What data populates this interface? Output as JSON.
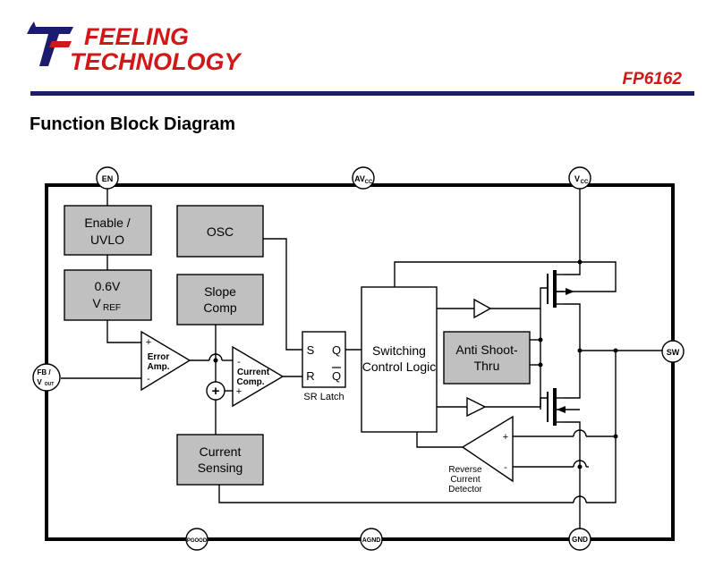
{
  "header": {
    "logo_line1": "FEELING",
    "logo_line2": "TECHNOLOGY",
    "part_number": "FP6162"
  },
  "section_title": "Function Block Diagram",
  "pins": {
    "en": "EN",
    "avcc_main": "AV",
    "avcc_sub": "CC",
    "vcc_main": "V",
    "vcc_sub": "CC",
    "sw": "SW",
    "fb_line1": "FB /",
    "fb_line2_main": "V",
    "fb_line2_sub": "OUT",
    "pgood": "PGOOD",
    "agnd": "AGND",
    "gnd": "GND"
  },
  "blocks": {
    "enable_line1": "Enable /",
    "enable_line2": "UVLO",
    "vref_line1": "0.6V",
    "vref_line2_main": "V",
    "vref_line2_sub": "REF",
    "osc": "OSC",
    "slope_line1": "Slope",
    "slope_line2": "Comp",
    "current_sensing_line1": "Current",
    "current_sensing_line2": "Sensing",
    "switching_line1": "Switching",
    "switching_line2": "Control Logic",
    "anti_line1": "Anti Shoot-",
    "anti_line2": "Thru"
  },
  "labels": {
    "error_amp_line1": "Error",
    "error_amp_line2": "Amp.",
    "current_comp_line1": "Current",
    "current_comp_line2": "Comp.",
    "latch_s": "S",
    "latch_r": "R",
    "latch_q": "Q",
    "latch_qbar": "Q",
    "sr_latch": "SR Latch",
    "reverse_line1": "Reverse",
    "reverse_line2": "Current",
    "reverse_line3": "Detector",
    "plus": "+",
    "minus": "-",
    "summer": "+"
  },
  "colors": {
    "block_fill": "#c0c0c0",
    "logo_blue": "#1c1c6e",
    "logo_red": "#d01818",
    "part_number_red": "#d01818"
  }
}
